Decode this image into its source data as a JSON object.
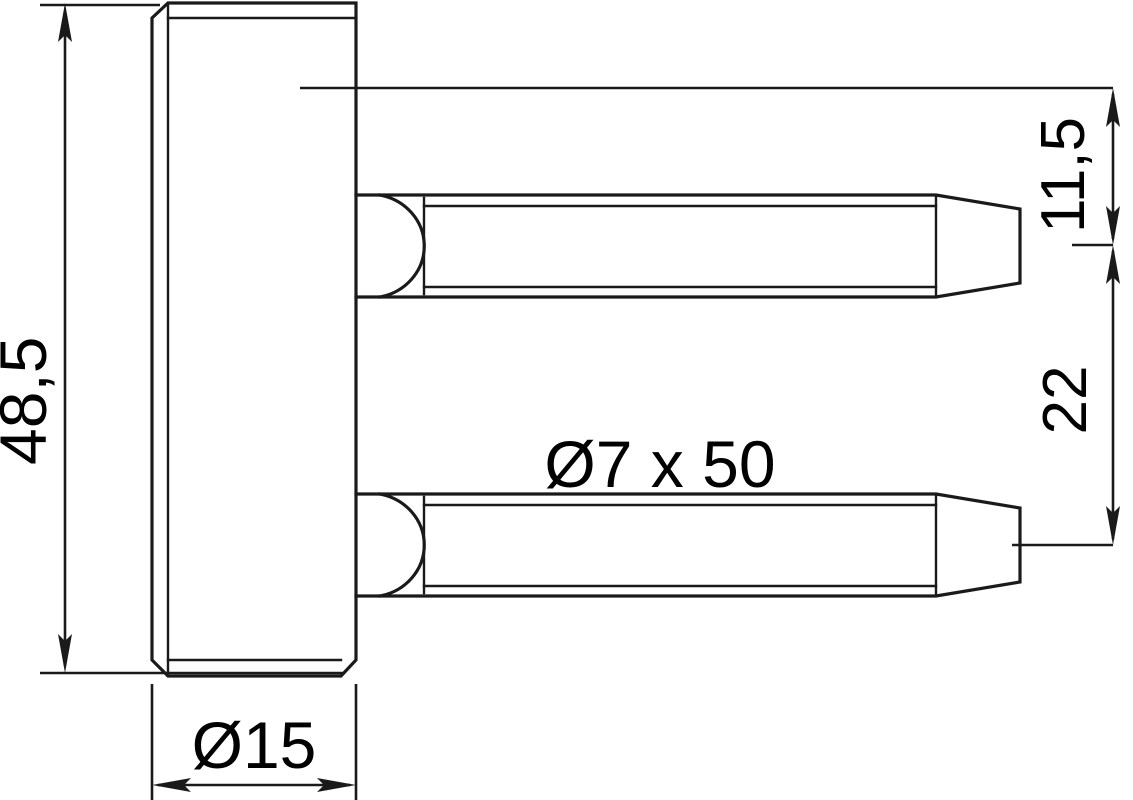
{
  "drawing": {
    "title": "Door hinge pin technical drawing",
    "line_color": "#1a1a1a",
    "background_color": "#ffffff",
    "dimensions": {
      "overall_height": {
        "label": "48,5",
        "name": "overall-height-dimension",
        "orientation": "vertical-left",
        "unit": "mm"
      },
      "barrel_diameter": {
        "label": "Ø15",
        "name": "barrel-diameter-dimension",
        "orientation": "horizontal-bottom",
        "unit": "mm"
      },
      "top_offset": {
        "label": "11,5",
        "name": "top-offset-dimension",
        "orientation": "vertical-right",
        "unit": "mm"
      },
      "pin_spacing": {
        "label": "22",
        "name": "pin-spacing-dimension",
        "orientation": "vertical-right",
        "unit": "mm"
      },
      "pin_spec": {
        "label": "Ø7 x 50",
        "name": "pin-specification-note",
        "orientation": "horizontal-center",
        "unit": "mm"
      }
    }
  }
}
